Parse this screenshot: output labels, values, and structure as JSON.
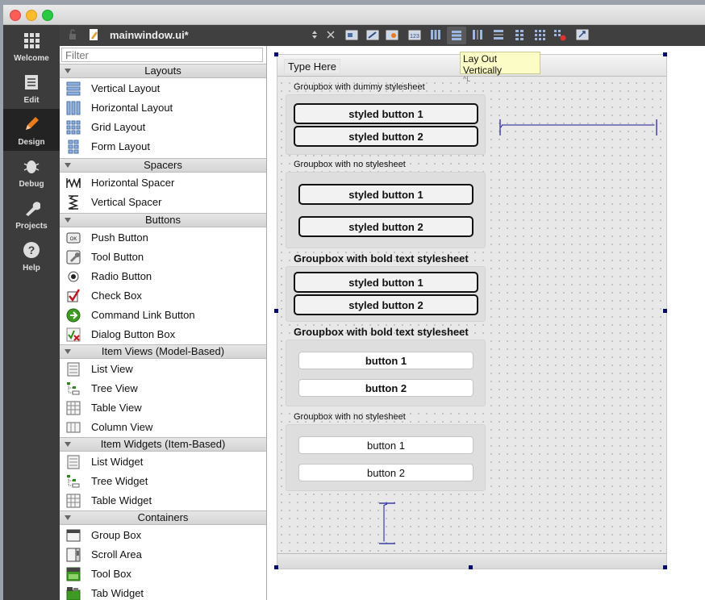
{
  "toolbar": {
    "file_name": "mainwindow.ui*"
  },
  "modes": [
    {
      "label": "Welcome",
      "icon": "grid-icon"
    },
    {
      "label": "Edit",
      "icon": "document-icon"
    },
    {
      "label": "Design",
      "icon": "pencil-icon"
    },
    {
      "label": "Debug",
      "icon": "bug-icon"
    },
    {
      "label": "Projects",
      "icon": "wrench-icon"
    },
    {
      "label": "Help",
      "icon": "question-icon"
    }
  ],
  "widget_box": {
    "filter_placeholder": "Filter",
    "categories": [
      {
        "title": "Layouts",
        "items": [
          "Vertical Layout",
          "Horizontal Layout",
          "Grid Layout",
          "Form Layout"
        ]
      },
      {
        "title": "Spacers",
        "items": [
          "Horizontal Spacer",
          "Vertical Spacer"
        ]
      },
      {
        "title": "Buttons",
        "items": [
          "Push Button",
          "Tool Button",
          "Radio Button",
          "Check Box",
          "Command Link Button",
          "Dialog Button Box"
        ]
      },
      {
        "title": "Item Views (Model-Based)",
        "items": [
          "List View",
          "Tree View",
          "Table View",
          "Column View"
        ]
      },
      {
        "title": "Item Widgets (Item-Based)",
        "items": [
          "List Widget",
          "Tree Widget",
          "Table Widget"
        ]
      },
      {
        "title": "Containers",
        "items": [
          "Group Box",
          "Scroll Area",
          "Tool Box",
          "Tab Widget"
        ]
      }
    ]
  },
  "tooltip": {
    "title": "Lay Out Vertically",
    "shortcut": "^L"
  },
  "form": {
    "menu_placeholder": "Type Here",
    "groupboxes": [
      {
        "title": "Groupbox with dummy stylesheet",
        "button1": "styled button 1",
        "button2": "styled button 2"
      },
      {
        "title": "Groupbox with no stylesheet",
        "button1": "styled button 1",
        "button2": "styled button 2"
      },
      {
        "title": "Groupbox with bold text stylesheet",
        "button1": "styled button 1",
        "button2": "styled button 2"
      },
      {
        "title": "Groupbox with bold text stylesheet",
        "button1": "button 1",
        "button2": "button 2"
      },
      {
        "title": "Groupbox with no stylesheet",
        "button1": "button 1",
        "button2": "button 2"
      }
    ]
  }
}
